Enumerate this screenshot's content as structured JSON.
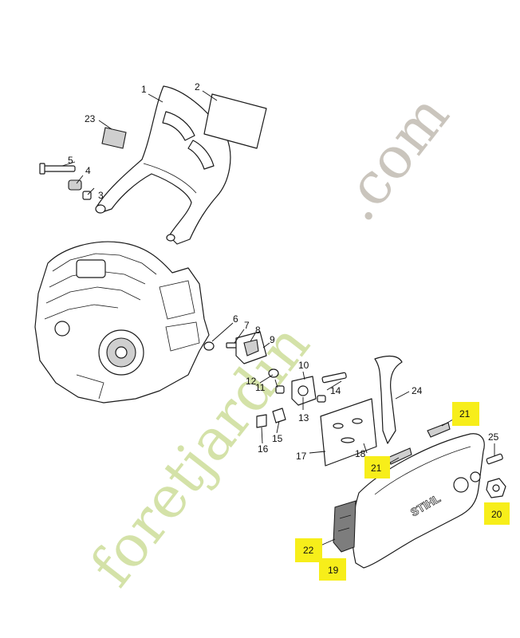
{
  "watermark": {
    "part1": "foretjardin",
    "part2": ".com",
    "color_green": "#c6d98c",
    "color_grey": "#bdb7ad"
  },
  "brand_logo": "STIHL",
  "highlight_color": "#f7ee1a",
  "callouts": [
    "1",
    "2",
    "3",
    "4",
    "5",
    "6",
    "7",
    "8",
    "9",
    "10",
    "11",
    "12",
    "13",
    "14",
    "15",
    "16",
    "17",
    "18",
    "23",
    "24",
    "25"
  ],
  "highlighted_callouts": [
    "21",
    "21",
    "20",
    "22",
    "19"
  ]
}
